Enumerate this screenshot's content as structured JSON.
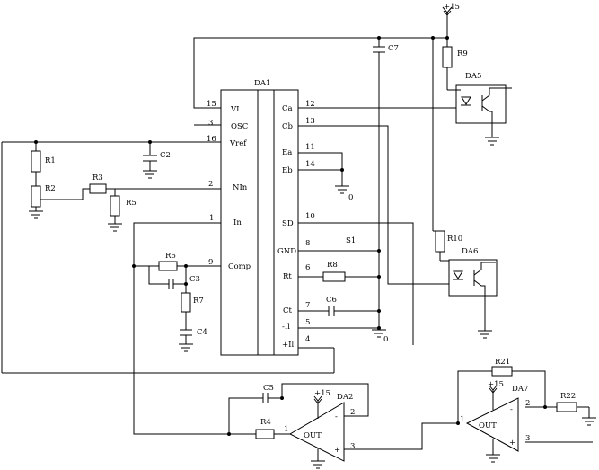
{
  "chip": {
    "name": "DA1",
    "left_pins": [
      {
        "num": "15",
        "label": "VI"
      },
      {
        "num": "3",
        "label": "OSC"
      },
      {
        "num": "16",
        "label": "Vref"
      },
      {
        "num": "2",
        "label": "NIn"
      },
      {
        "num": "1",
        "label": "In"
      },
      {
        "num": "9",
        "label": "Comp"
      }
    ],
    "right_pins": [
      {
        "num": "12",
        "label": "Ca"
      },
      {
        "num": "13",
        "label": "Cb"
      },
      {
        "num": "11",
        "label": "Ea"
      },
      {
        "num": "14",
        "label": "Eb"
      },
      {
        "num": "10",
        "label": "SD"
      },
      {
        "num": "8",
        "label": "GND"
      },
      {
        "num": "6",
        "label": "Rt"
      },
      {
        "num": "7",
        "label": "Ct"
      },
      {
        "num": "5",
        "label": "-Il"
      },
      {
        "num": "4",
        "label": "+Il"
      }
    ]
  },
  "components": {
    "R1": "R1",
    "R2": "R2",
    "R3": "R3",
    "R4": "R4",
    "R5": "R5",
    "R6": "R6",
    "R7": "R7",
    "R8": "R8",
    "R9": "R9",
    "R10": "R10",
    "R21": "R21",
    "R22": "R22",
    "C2": "C2",
    "C3": "C3",
    "C4": "C4",
    "C5": "C5",
    "C6": "C6",
    "C7": "C7",
    "S1": "S1",
    "DA2": "DA2",
    "DA5": "DA5",
    "DA6": "DA6",
    "DA7": "DA7"
  },
  "supply": {
    "plus15": "+15"
  },
  "ground_labels": {
    "zero": "0"
  },
  "opamp": {
    "out": "OUT",
    "pin1": "1",
    "pin2": "2",
    "pin3": "3",
    "minus": "-",
    "plus": "+"
  }
}
